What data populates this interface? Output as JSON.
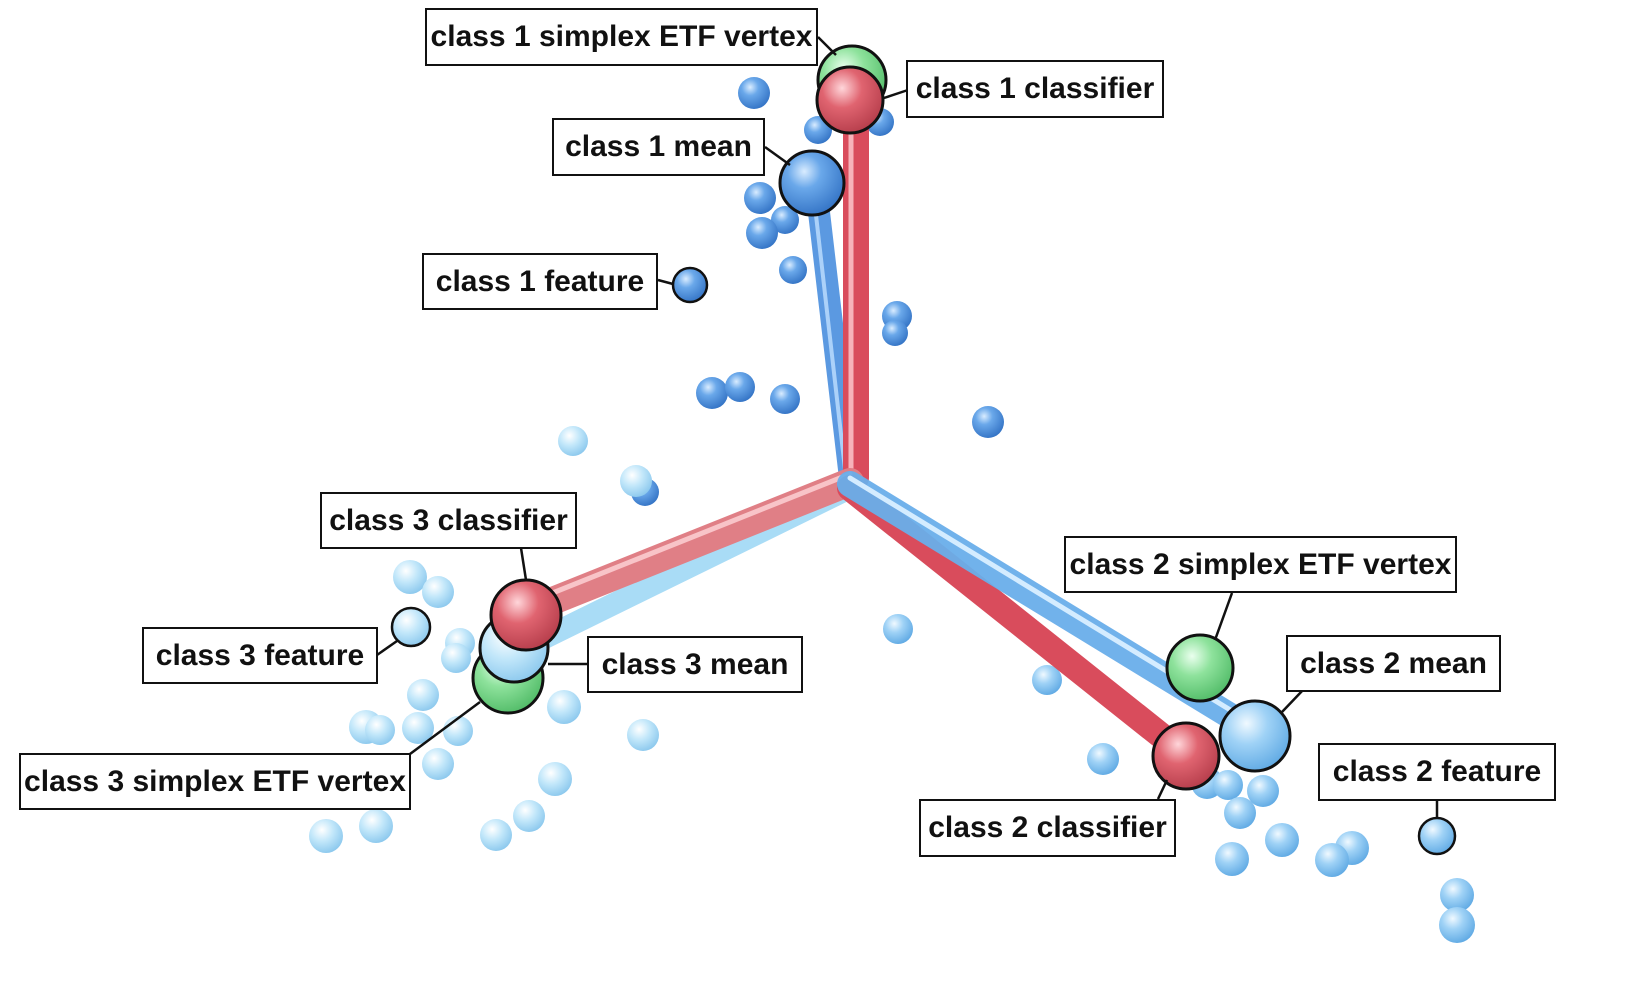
{
  "labels": {
    "c1_etf": "class 1 simplex ETF vertex",
    "c1_classifier": "class 1 classifier",
    "c1_mean": "class 1 mean",
    "c1_feature": "class 1 feature",
    "c2_etf": "class 2 simplex ETF vertex",
    "c2_mean": "class 2 mean",
    "c2_feature": "class 2 feature",
    "c2_classifier": "class 2 classifier",
    "c3_classifier": "class 3 classifier",
    "c3_feature": "class 3 feature",
    "c3_mean": "class 3 mean",
    "c3_etf": "class 3 simplex ETF vertex"
  },
  "colors": {
    "classifier": "#e06470",
    "etf_vertex": "#7fdc8e",
    "class1_feature": "#4a8fde",
    "class2_feature": "#7cc0f0",
    "class3_feature": "#a9dcf6",
    "mean_rod": "#6aaeea"
  }
}
